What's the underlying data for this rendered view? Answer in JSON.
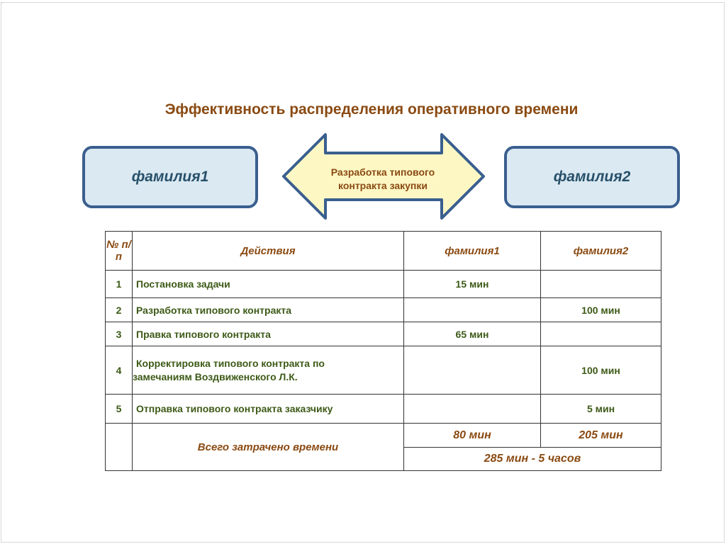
{
  "title": "Эффективность распределения оперативного времени",
  "left_box": "фамилия1",
  "right_box": "фамилия2",
  "arrow_text_line1": "Разработка типового",
  "arrow_text_line2": "контракта закупки",
  "table": {
    "header": {
      "num": "№ п/п",
      "action": "Действия",
      "col1": "фамилия1",
      "col2": "фамилия2"
    },
    "rows": [
      {
        "num": "1",
        "action": "Постановка задачи",
        "col1": "15 мин",
        "col2": ""
      },
      {
        "num": "2",
        "action": "Разработка  типового контракта",
        "col1": "",
        "col2": "100 мин"
      },
      {
        "num": "3",
        "action": "Правка типового контракта",
        "col1": "65 мин",
        "col2": ""
      },
      {
        "num": "4",
        "action_line1": "Корректировка типового контракта по",
        "action_line2": "замечаниям  Воздвиженского Л.К.",
        "col1": "",
        "col2": "100 мин"
      },
      {
        "num": "5",
        "action": "Отправка типового контракта заказчику",
        "col1": "",
        "col2": "5 мин"
      }
    ],
    "total_label": "Всего затрачено времени",
    "total_col1": "80 мин",
    "total_col2": "205 мин",
    "grand_total": "285 мин - 5 часов"
  },
  "colors": {
    "title": "#8a4a12",
    "box_fill": "#dbe9f2",
    "box_border": "#3a5f8f",
    "arrow_fill": "#fdf7c4",
    "table_text": "#3d5a17"
  }
}
